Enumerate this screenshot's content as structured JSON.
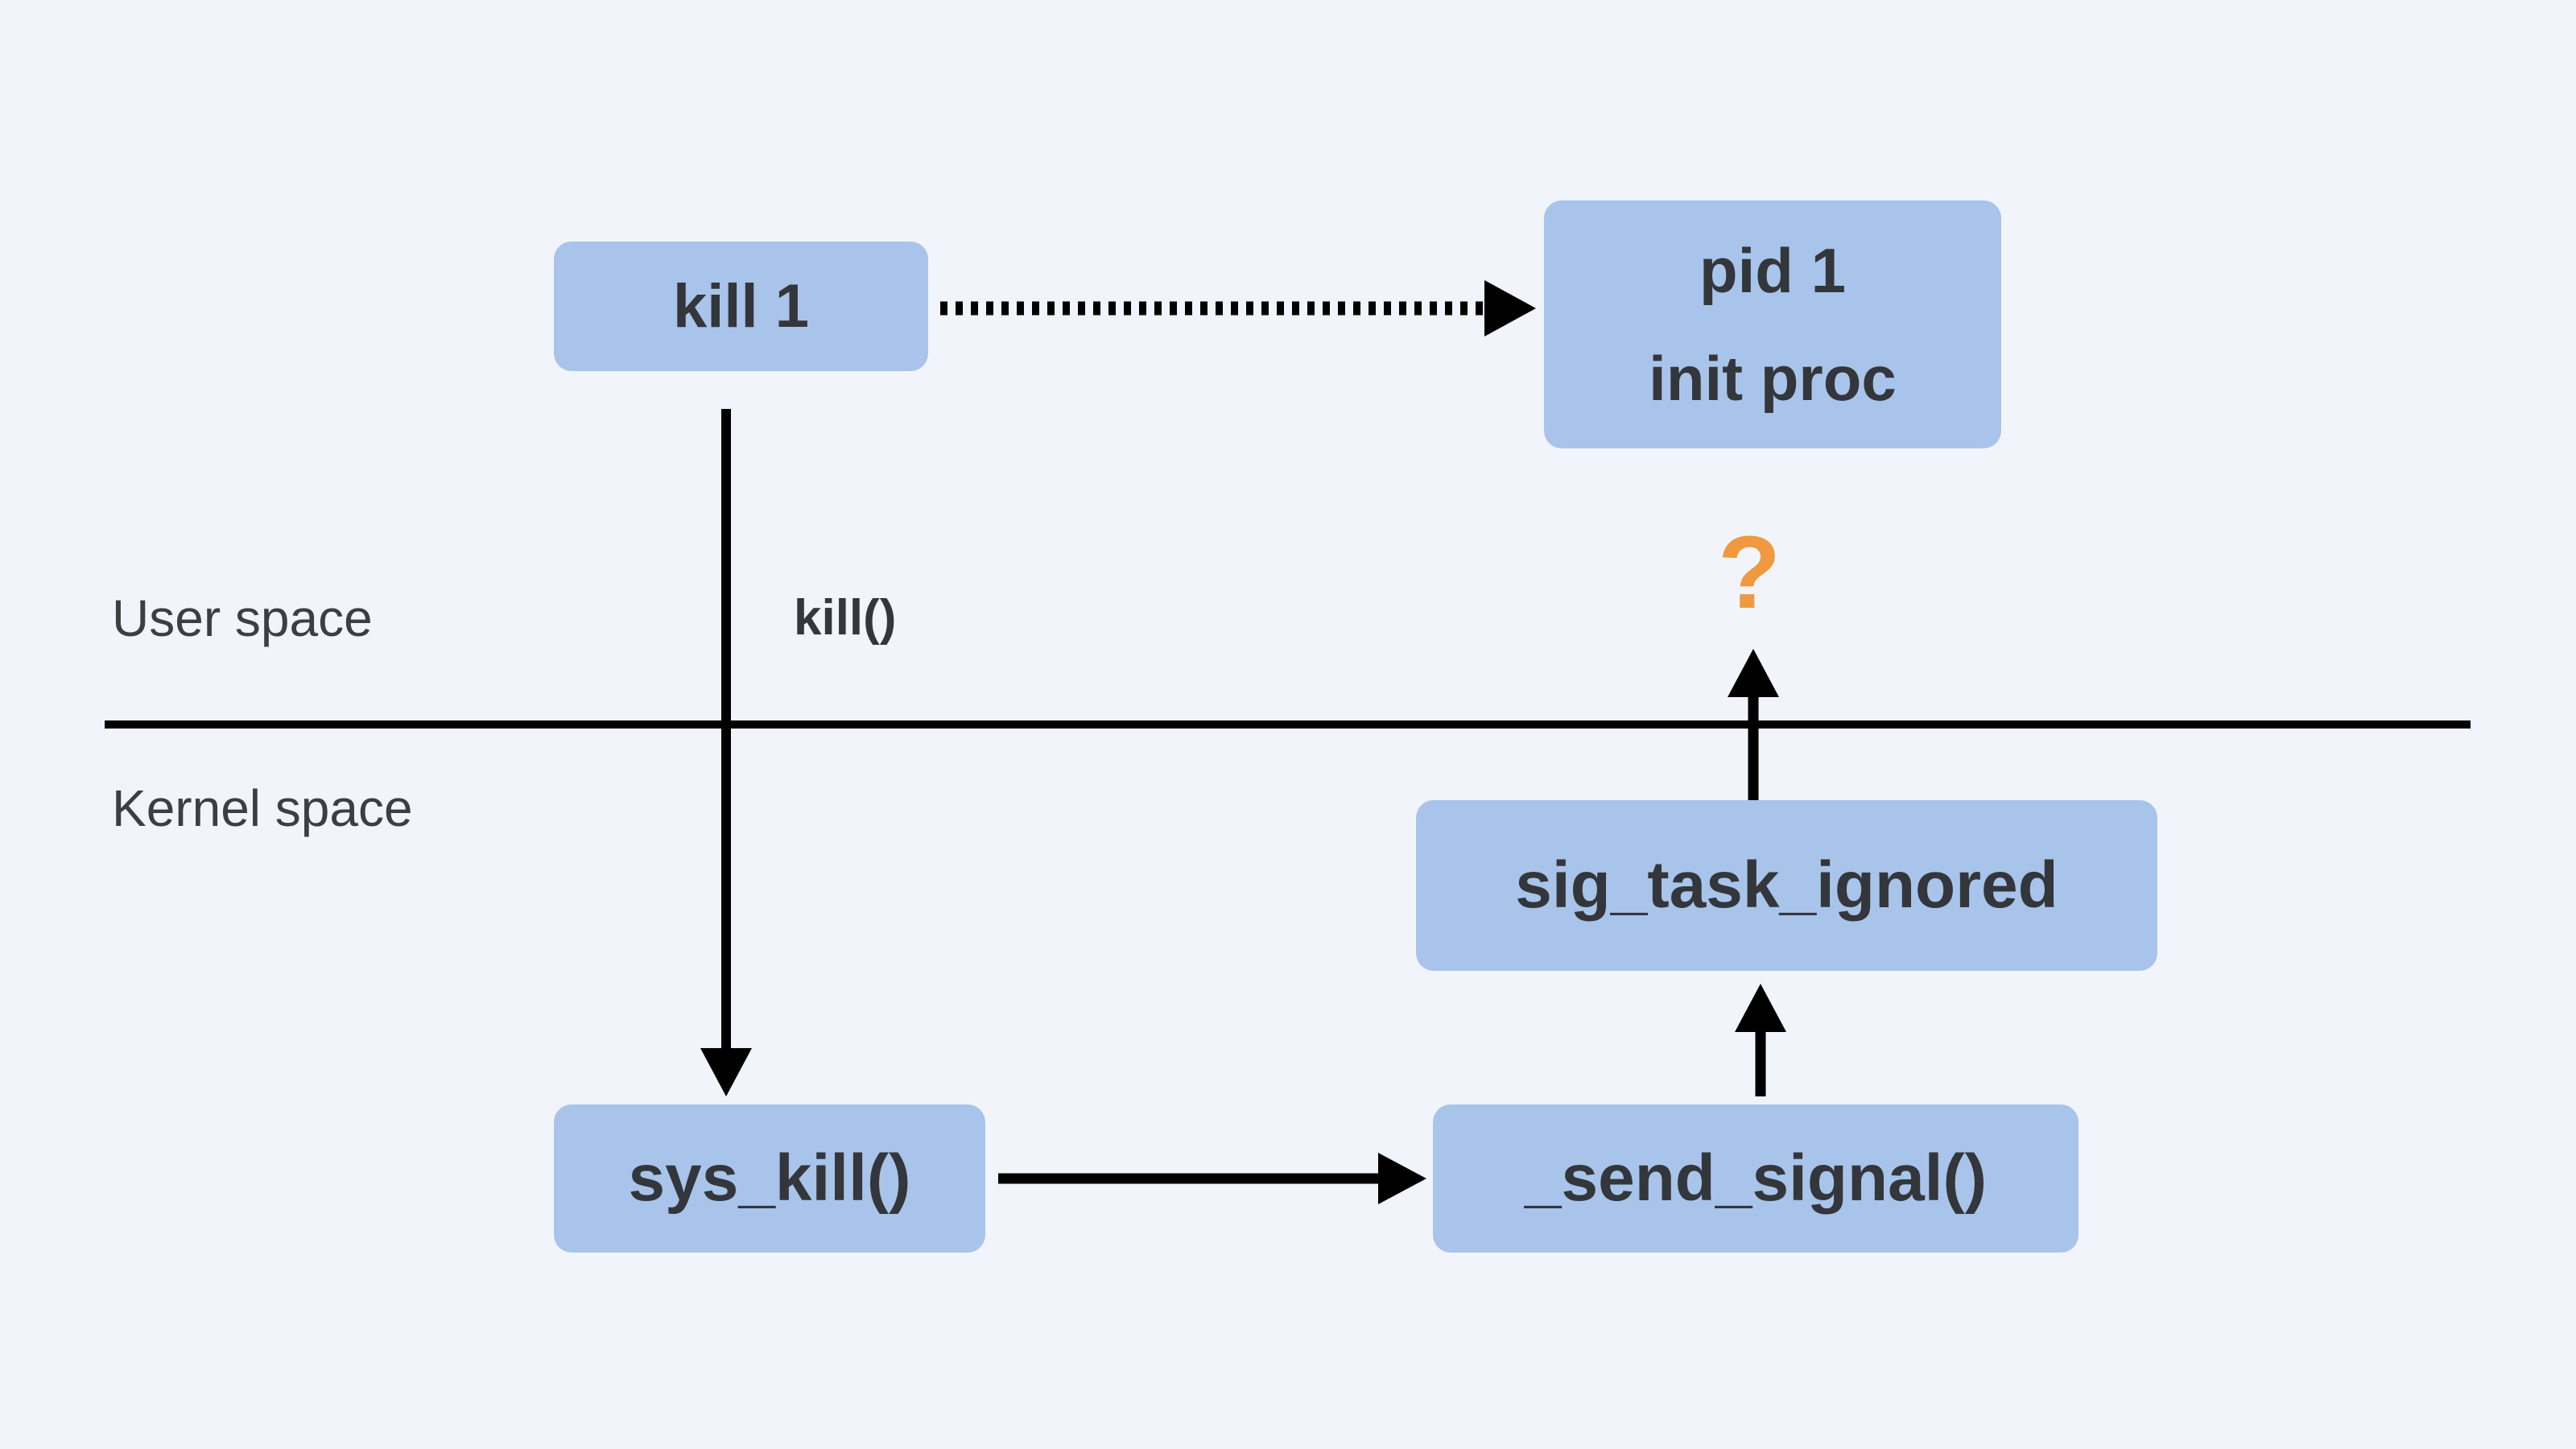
{
  "nodes": {
    "kill1": {
      "label": "kill 1"
    },
    "pid1": {
      "line1": "pid 1",
      "line2": "init proc"
    },
    "sig_task": {
      "label": "sig_task_ignored"
    },
    "sys_kill": {
      "label": "sys_kill()"
    },
    "send_sig": {
      "label": "_send_signal()"
    }
  },
  "labels": {
    "user_space": "User space",
    "kernel_space": "Kernel space",
    "syscall": "kill()",
    "question_mark": "?"
  },
  "colors": {
    "bg": "#f1f5fb",
    "node-fill": "#a9c4ea",
    "node-text": "#33363b",
    "label-text": "#3b3e43",
    "connector": "#000000",
    "question": "#f0993e"
  }
}
